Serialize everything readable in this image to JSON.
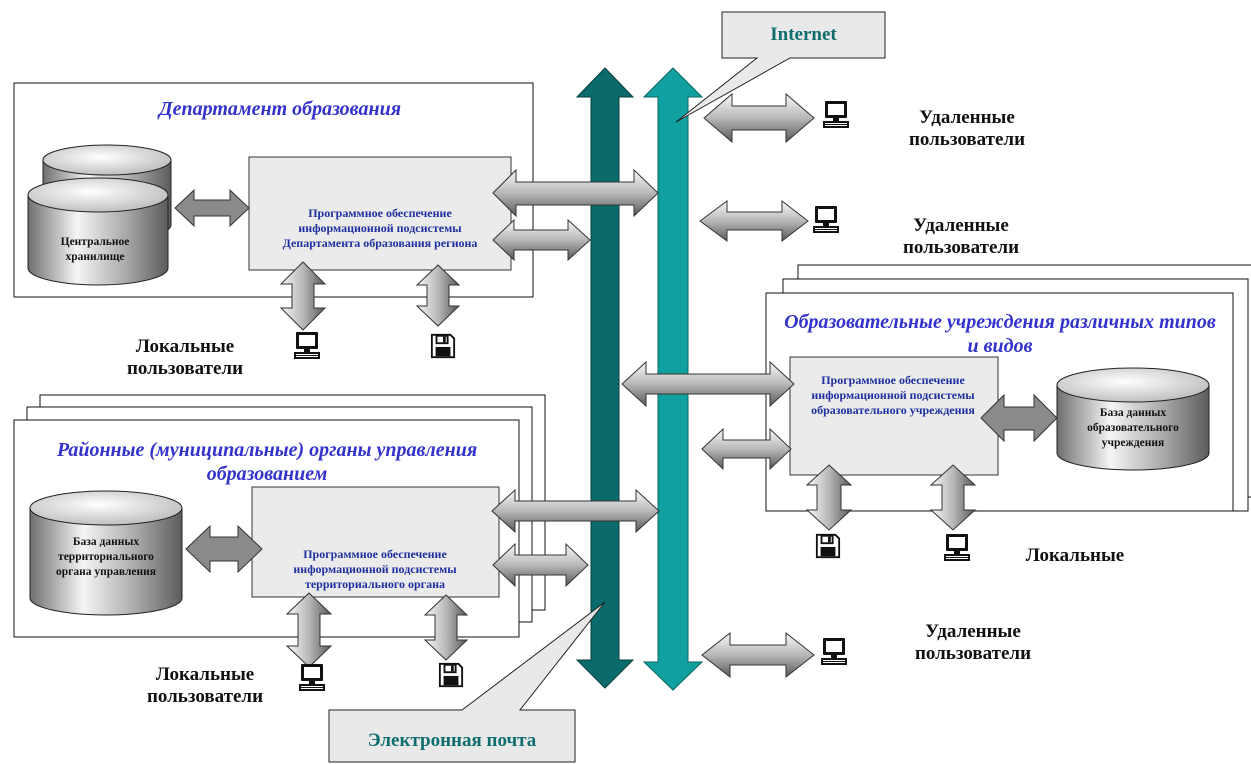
{
  "department": {
    "title": "Департамент образования",
    "software": "Программное обеспечение информационной подсистемы Департамента образования региона",
    "storage": "Центральное хранилище",
    "local_users": "Локальные пользователи"
  },
  "district": {
    "title": "Районные (муниципальные) органы управления образованием",
    "software": "Программное обеспечение информационной подсистемы территориального органа",
    "database": "База данных территориального органа управления",
    "local_users": "Локальные пользователи"
  },
  "institutions": {
    "title": "Образовательные учреждения различных типов и видов",
    "software": "Программное обеспечение информационной подсистемы образовательного учреждения",
    "database": "База данных образовательного учреждения",
    "local_users": "Локальные"
  },
  "remote_users": {
    "top": "Удаленные пользователи",
    "middle": "Удаленные пользователи",
    "bottom": "Удаленные пользователи"
  },
  "callouts": {
    "internet": "Internet",
    "email": "Электронная почта"
  },
  "colors": {
    "email_bus": "#0b6b6b",
    "internet_bus": "#10a0a0",
    "title_blue": "#3333cc",
    "software_blue": "#1f2f9f",
    "callout_teal": "#0e6e6e",
    "panel_fill": "#ebebeb"
  },
  "icons": [
    "computer-icon",
    "floppy-disk-icon",
    "database-cylinder-icon",
    "double-arrow-icon"
  ]
}
